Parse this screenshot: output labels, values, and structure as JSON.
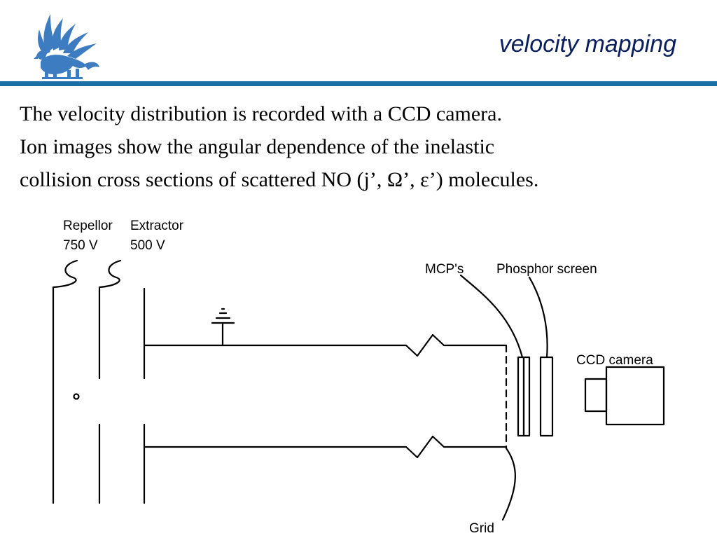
{
  "header": {
    "title": "velocity mapping",
    "logo_icon": "griffin-logo-icon",
    "rule_color": "#1b6ea6",
    "logo_color": "#3d7cc0"
  },
  "body": {
    "lines": [
      "The velocity distribution is recorded with a CCD camera.",
      "Ion images show the angular dependence of the inelastic",
      "collision cross sections of scattered NO (j’, Ω’, ε’) molecules."
    ]
  },
  "diagram": {
    "repellor_label": "Repellor",
    "repellor_voltage": "750 V",
    "extractor_label": "Extractor",
    "extractor_voltage": "500 V",
    "mcp_label": "MCP's",
    "phosphor_label": "Phosphor screen",
    "ccd_label": "CCD camera",
    "grid_label": "Grid"
  }
}
